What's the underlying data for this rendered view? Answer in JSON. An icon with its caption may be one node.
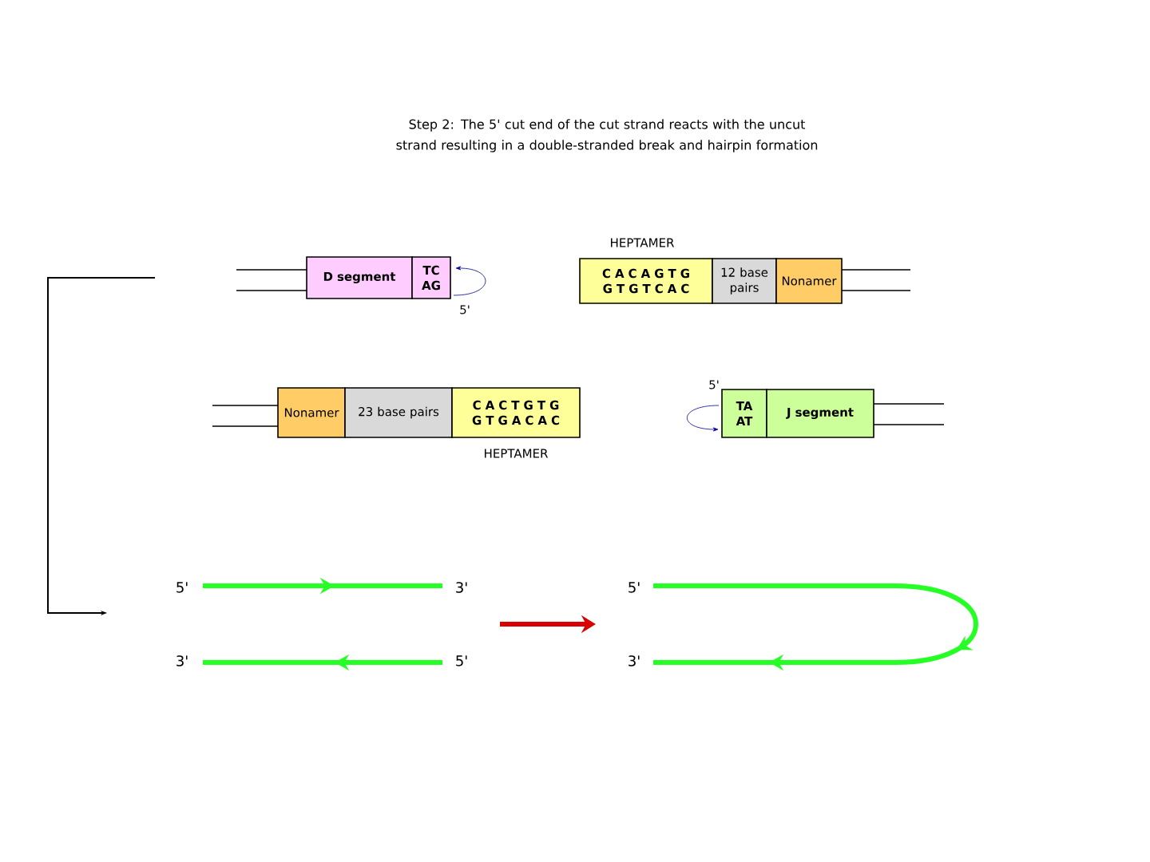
{
  "diagram": {
    "title": "Step 2: The 5' cut end of the cut strand reacts with the uncut strand resulting in a double-stranded break and hairpin formation",
    "nodes": [
      {
        "text": [
          "D segment"
        ]
      },
      {
        "text": [
          "TC",
          "AG"
        ]
      },
      {
        "text": [
          "C A C A G T G",
          "G T G T C A C"
        ]
      },
      {
        "text": [
          "12 base pairs"
        ]
      },
      {
        "text": [
          "Nonamer"
        ]
      },
      {
        "text": [
          "Nonamer"
        ]
      },
      {
        "text": [
          "23 base pairs"
        ]
      },
      {
        "text": [
          "C A C T G T G",
          "G T G A C A C"
        ]
      },
      {
        "text": [
          "TA",
          "AT"
        ]
      },
      {
        "text": [
          "J segment"
        ]
      }
    ],
    "labels": [
      "HEPTAMER",
      "5'",
      "5'",
      "HEPTAMER",
      "5'",
      "3'",
      "5'",
      "3'",
      "5'",
      "3'"
    ]
  }
}
